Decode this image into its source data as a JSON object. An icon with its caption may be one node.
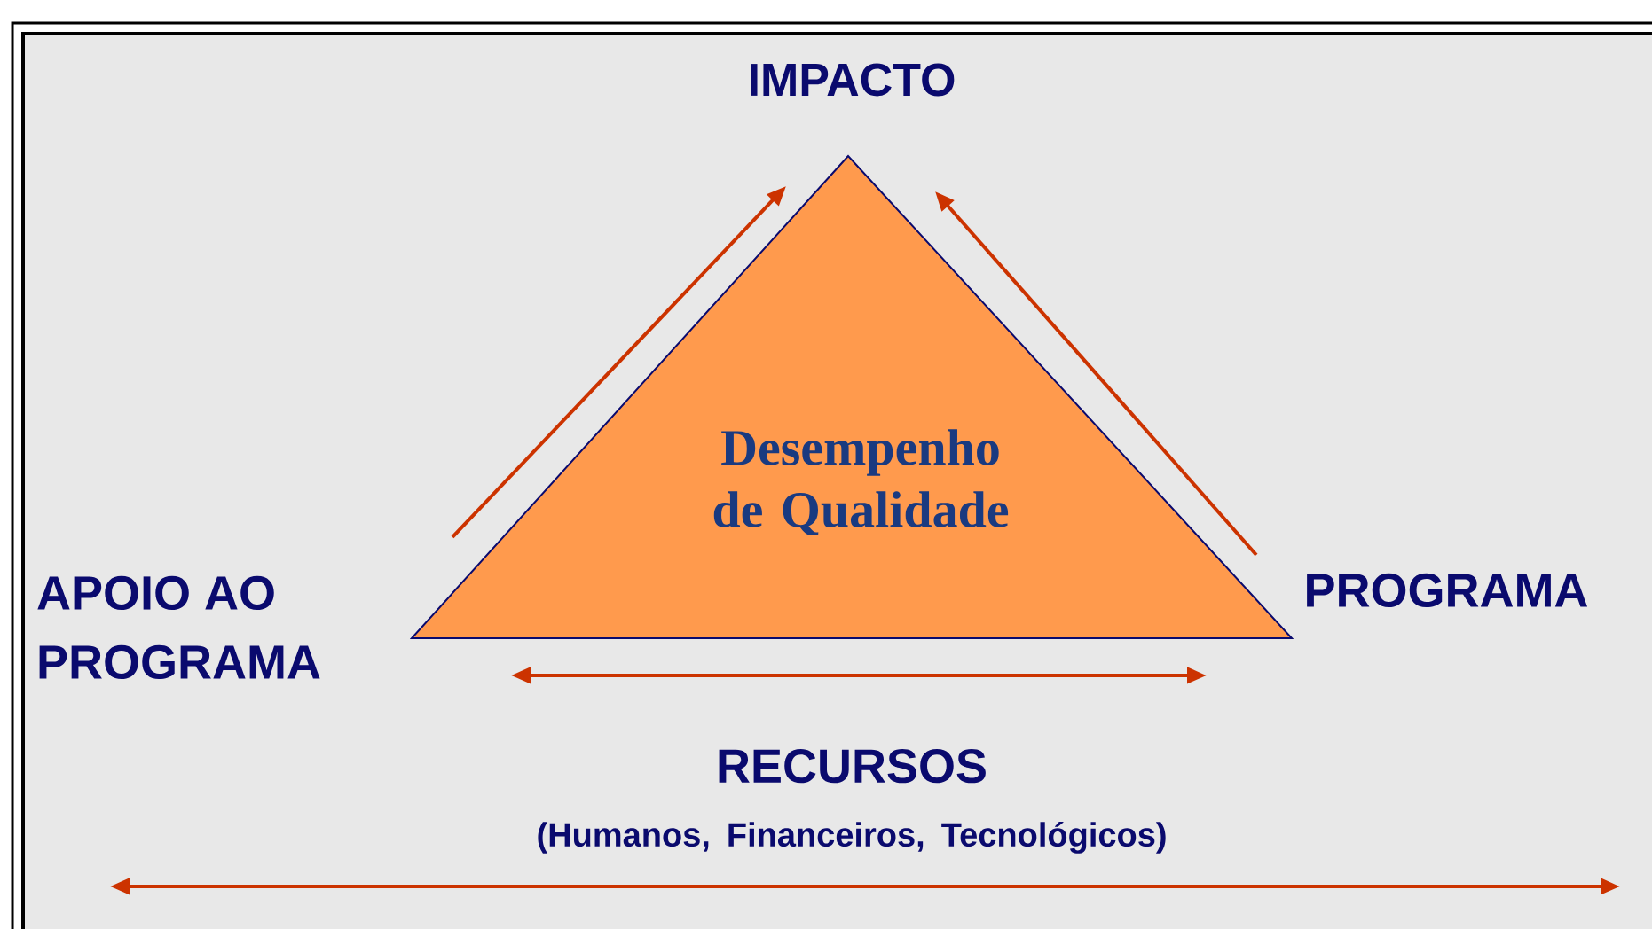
{
  "diagram": {
    "nodes": [
      {
        "text": [
          "Desempenho de Qualidade"
        ]
      },
      {
        "text": [
          "IMPACTO"
        ]
      },
      {
        "text": [
          "APOIO AO PROGRAMA"
        ]
      },
      {
        "text": [
          "PROGRAMA"
        ]
      },
      {
        "text": [
          "RECURSOS",
          "(Humanos, Financeiros, Tecnológicos)"
        ]
      }
    ]
  }
}
